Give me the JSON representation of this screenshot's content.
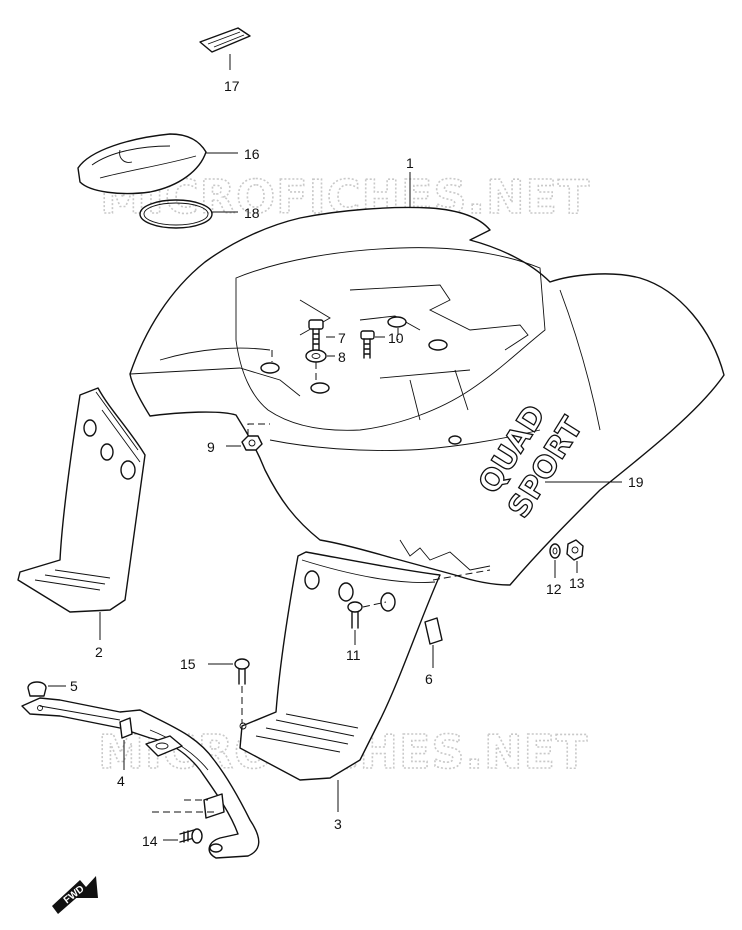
{
  "watermark": {
    "text": "MICROFICHES.NET"
  },
  "decal": {
    "line1": "QUAD",
    "line2": "SPORT"
  },
  "direction_badge": {
    "label": "FWD"
  },
  "callouts": {
    "c1": "1",
    "c2": "2",
    "c3": "3",
    "c4": "4",
    "c5": "5",
    "c6": "6",
    "c7": "7",
    "c8": "8",
    "c9": "9",
    "c10": "10",
    "c11": "11",
    "c12": "12",
    "c13": "13",
    "c14": "14",
    "c15": "15",
    "c16": "16",
    "c17": "17",
    "c18": "18",
    "c19": "19"
  }
}
